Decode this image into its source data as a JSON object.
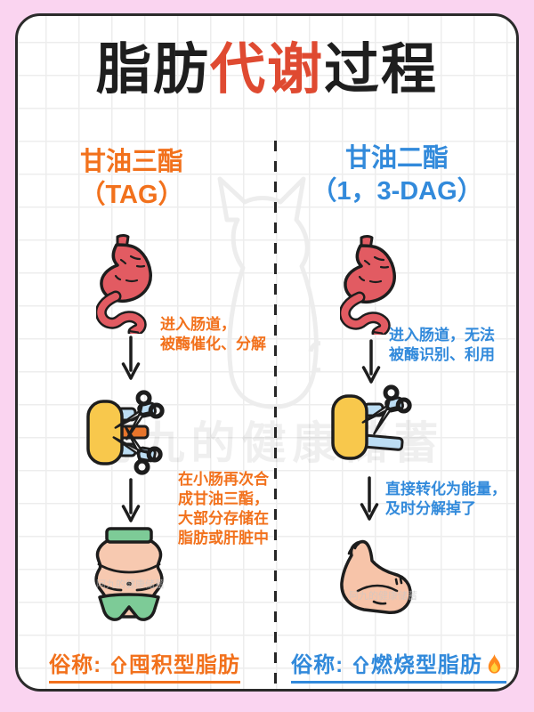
{
  "title": {
    "black1": "脂肪",
    "red": "代谢",
    "black2": "过程"
  },
  "watermark": {
    "brand": "阿九的健康储蓄"
  },
  "left": {
    "name": "甘油三酯",
    "abbr": "（TAG）",
    "step1_lines": [
      "进入肠道，",
      "被酶催化、分解"
    ],
    "step2_lines": [
      "在小肠再次合",
      "成甘油三酯，",
      "大部分存储在",
      "脂肪或肝脏中"
    ],
    "caption_label": "俗称:",
    "caption_text": "囤积型脂肪"
  },
  "right": {
    "name": "甘油二酯",
    "abbr": "（1，3-DAG）",
    "step1_lines": [
      "进入肠道，无法",
      "被酶识别、利用"
    ],
    "step2_lines": [
      "直接转化为能量，",
      "及时分解掉了"
    ],
    "caption_label": "俗称:",
    "caption_text": "燃烧型脂肪"
  },
  "colors": {
    "accent_orange": "#F2711C",
    "accent_blue": "#328ADB",
    "title_red": "#DF4A31",
    "background_pink": "#FAD4F0",
    "organ_red": "#E25B62",
    "backbone_yellow": "#F8C84C",
    "chain_blue": "#BCDDF3",
    "chain_orange": "#E8752B",
    "clothes_green": "#7DCB97",
    "skin": "#F7C9B0"
  },
  "icons": {
    "organ": "stomach-intestine",
    "left_molecule": "triglyceride-being-cut",
    "right_molecule": "diglyceride-being-cut",
    "left_result": "belly-fat",
    "right_result": "bicep-arm",
    "caption_arrow": "up-arrow",
    "fire": "flame"
  }
}
